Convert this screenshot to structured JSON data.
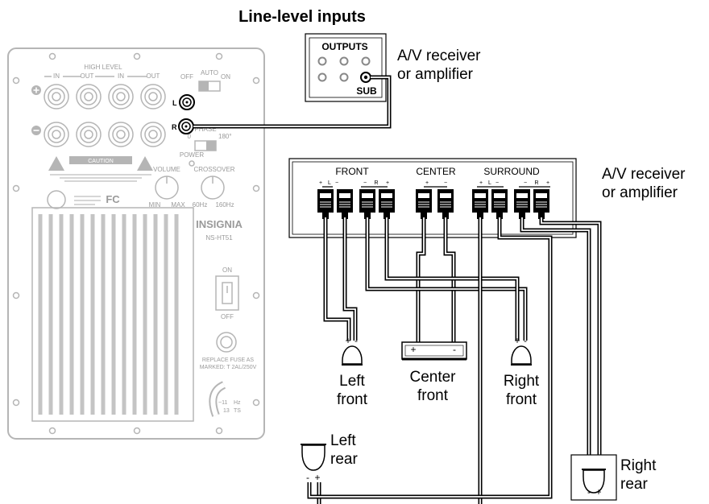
{
  "title": "Line-level inputs",
  "outputs_panel": {
    "heading": "OUTPUTS",
    "sub_label": "SUB",
    "caption_line1": "A/V receiver",
    "caption_line2": "or amplifier"
  },
  "receiver": {
    "caption_line1": "A/V receiver",
    "caption_line2": "or amplifier",
    "groups": {
      "front": "FRONT",
      "center": "CENTER",
      "surround": "SURROUND"
    },
    "polarity": {
      "plus": "+",
      "minus": "−",
      "l": "L",
      "r": "R"
    }
  },
  "subwoofer_panel": {
    "high_level": "HIGH LEVEL",
    "in_left": "IN",
    "out_left": "OUT",
    "in_right": "IN",
    "out_right": "OUT",
    "off": "OFF",
    "auto": "AUTO",
    "on": "ON",
    "jack_l": "L",
    "jack_r": "R",
    "phase": "PHASE",
    "phase_0": "0",
    "phase_180": "180°",
    "power": "POWER",
    "volume": "VOLUME",
    "crossover": "CROSSOVER",
    "min": "MIN",
    "max": "MAX",
    "hz60": "60Hz",
    "hz160": "160Hz",
    "caution": "CAUTION",
    "brand": "INSIGNIA",
    "model": "NS-HT51",
    "switch_on": "ON",
    "switch_off": "OFF",
    "fuse_line1": "REPLACE FUSE AS",
    "fuse_line2": "MARKED: T 2AL/250V",
    "voltage_line1": "~11",
    "voltage_line2": "13",
    "hz_partial": "Hz",
    "ts_partial": "TS",
    "fc": "FC"
  },
  "speakers": {
    "left_front": {
      "line1": "Left",
      "line2": "front",
      "plus": "+",
      "minus": "-"
    },
    "center_front": {
      "line1": "Center",
      "line2": "front",
      "plus": "+",
      "minus": "-"
    },
    "right_front": {
      "line1": "Right",
      "line2": "front",
      "plus": "+",
      "minus": "-"
    },
    "left_rear": {
      "line1": "Left",
      "line2": "rear",
      "plus": "+",
      "minus": "-"
    },
    "right_rear": {
      "line1": "Right",
      "line2": "rear",
      "plus": "+",
      "minus": "-"
    }
  }
}
